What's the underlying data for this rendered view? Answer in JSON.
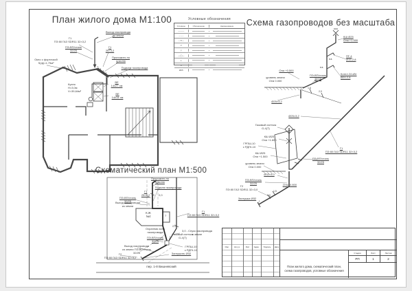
{
  "titles": {
    "floor_plan": "План жилого дома М1:100",
    "scheme": "Схема газопроводов без масштаба",
    "site_plan": "Схематический план М1:500"
  },
  "legend": {
    "title": "Условные обозначения",
    "headers": [
      "Условное",
      "Обозначение",
      "Наименование"
    ],
    "rows": [
      {
        "sym": "———"
      },
      {
        "sym": "– – –"
      },
      {
        "sym": "—✕—"
      },
      {
        "sym": "▭"
      },
      {
        "sym": "◇"
      },
      {
        "sym": "—◯—"
      },
      {
        "sym": "⟂"
      },
      {
        "sym": "✕"
      },
      {
        "sym": "Ø25"
      }
    ]
  },
  "floor_plan": {
    "exit": "Выход газопровода\nиз земли",
    "g1": "Г1\nПЭ 80 ГАЗ SDR11 32×3,2",
    "pe_steel": "ПЭ-ВП/сталь\n32/25",
    "g1_branch": "Г1\n25×3,2",
    "lay_plinth": "Проложить по\nцоколю",
    "riser": "Подъем газопровода",
    "window": "Окно с форточкой\nS(ф)=1,75м²",
    "kitchen": "Кухня\nН=3,0м\nV=39,64м³",
    "vent1": "ВЕ\n14х27 см",
    "vent2": "ВЕ\n14х14 см"
  },
  "scheme": {
    "valve_top": "КШ Ø25\nОтм +1.500",
    "stove": "ПГ-4\nØ15-2,8",
    "boiler": "Котел 24 кВт\nØ20-2,8",
    "pe_steel_house": "ПЭ-ВП/сталь\n32/25",
    "elev_0500": "Отм +0.500",
    "ground1": "уровень земли\nОтм 0.000",
    "d25a": "Ø25×3,2",
    "d25b": "Ø25×3,2",
    "g1": "Г1\nПЭ 80 ГАЗ SDR11 32×3,2",
    "pe_steel_mid": "ПЭ-ВП/сталь\n32/25",
    "meter": "Газовый счетчик\nG-4(Т)",
    "valve_meter": "КШ Ø25\nОтм +1.600",
    "grpsh": "ГРПШ-10\nс РДГК-10",
    "valve_low": "КШ Ø25\nОтм +1.500",
    "ground2": "уровень земли\nОтм 0.000",
    "d32": "Ø32×3,0",
    "pe_steel_low": "ПЭ-ВП/сталь\n32/25",
    "elev_m0800": "Отм -0.800",
    "g2": "Г2\nПЭ 80 ГАЗ SDR11 32×3,0",
    "plug": "Заглушка Ø32",
    "dim_15a": "1,5",
    "dim_20a": "2,0",
    "dim_15b": "1,5",
    "dim_10b": "1,0",
    "vv1": "в.в.",
    "vv2": "в.в."
  },
  "site_plan": {
    "lay_plinth": "Проложить по\nцоколю",
    "riser": "Подъем газопровода",
    "g1_branch": "Г1\n25×3,2",
    "dim_20a": "2,0",
    "pe_steel_a": "ПЭ-ВП/сталь\n32/25",
    "exit_a": "Выход газопровода\nиз земли",
    "building": "К.Ж\n№4",
    "room_num": "7",
    "g1": "Г1\nПЭ 80 ГАЗ SDR11 32×3,2",
    "dim_20b": "2,0",
    "descent": "3,0 - Спуск газопровода\nв земле",
    "zone": "Охранная зона\nгазопровода",
    "pe_steel_b": "ПЭ-ВП/сталь\n32/25",
    "meter": "Газовый счетчик\nG-4(Т)",
    "grpsh": "ГРПШ-10\nс РДГК-10",
    "exit_b": "Выход газопровода\nиз земли ПЭ-ВП/сталь\n32/25",
    "plug": "Заглушить Ø32",
    "g2": "Г2\nПЭ 80 ГАЗ SDR11 32×3,2",
    "street": "пер. 1-й Вишневский"
  },
  "title_block": {
    "cols": [
      "Изм.",
      "Кол.уч.",
      "Лист",
      "№док.",
      "Подпись",
      "Дата"
    ],
    "stage_label": "Стадия",
    "sheet_label": "Лист",
    "sheets_label": "Листов",
    "stage": "РП",
    "sheet": "1",
    "sheets": "2",
    "doc_title": "План жилого дома, схематический план,\nсхема газопроводов, условные обозначения"
  }
}
